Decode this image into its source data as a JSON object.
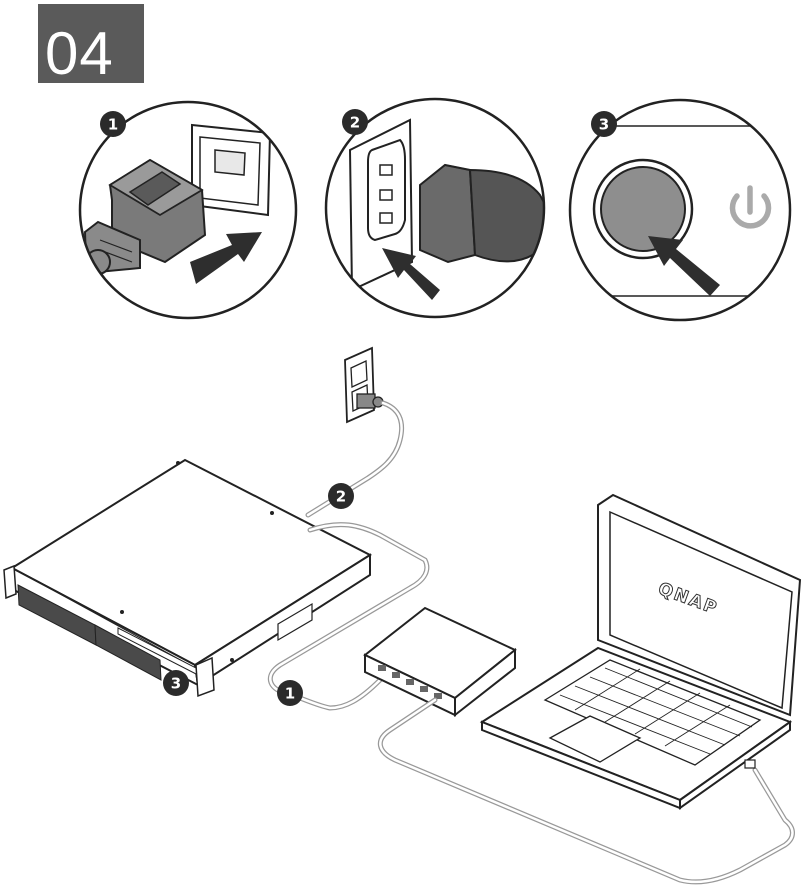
{
  "step_header": {
    "label": "04"
  },
  "panels": [
    {
      "badge": "1"
    },
    {
      "badge": "2"
    },
    {
      "badge": "3"
    }
  ],
  "main_badges": {
    "ethernet": "1",
    "power": "2",
    "button": "3"
  },
  "laptop": {
    "brand": "QNAP"
  },
  "colors": {
    "header_bg": "#5a5a5a",
    "badge_fill": "#2b2b2b",
    "arrow_fill": "#2e2e2e",
    "power_icon": "#aaaaaa"
  }
}
